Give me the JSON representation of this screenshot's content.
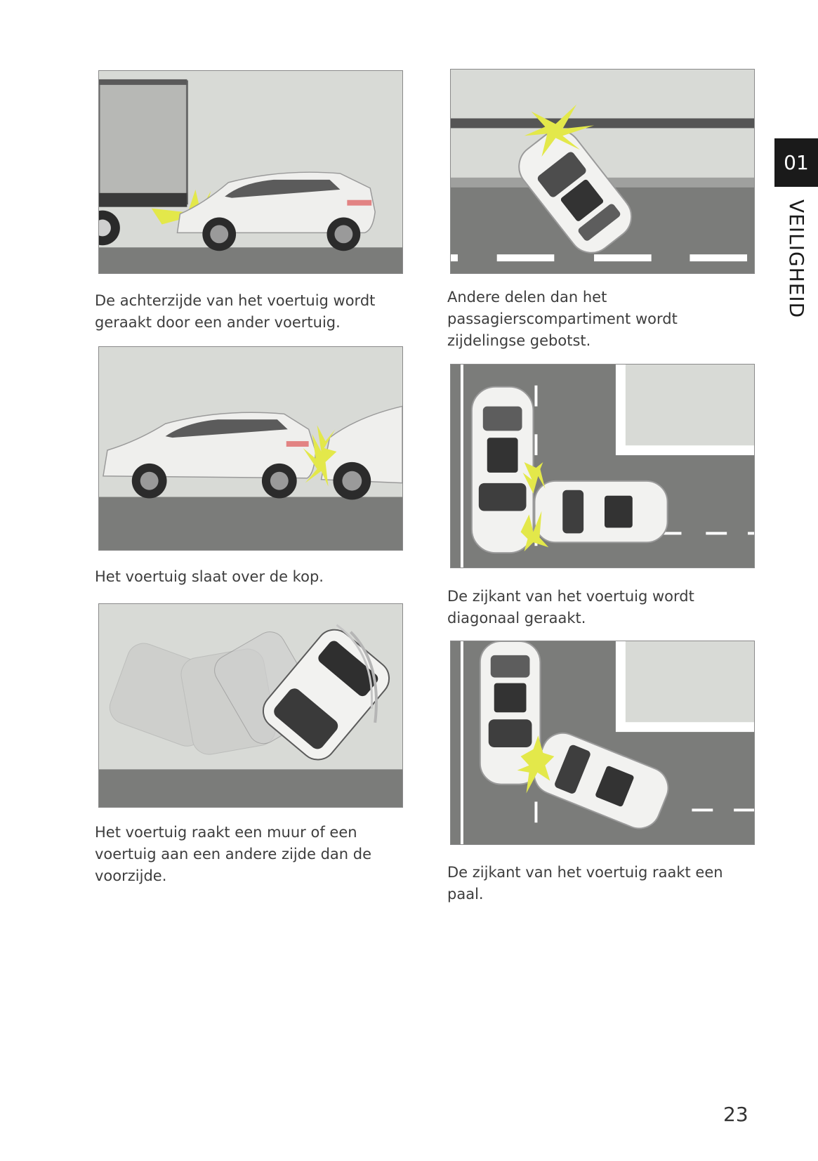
{
  "section": {
    "number": "01",
    "title": "VEILIGHEID"
  },
  "page_number": "23",
  "captions": {
    "rear_impact": "De achterzijde van het voertuig wordt geraakt door een ander voertuig.",
    "side_non_passenger": "Andere delen dan het passagierscompartiment wordt zijdelingse gebotst.",
    "frontal_chain": "Het voertuig slaat over de kop.",
    "diagonal_side": "De zijkant van het voertuig wordt diagonaal geraakt.",
    "rollover": "Het voertuig raakt een muur of een voertuig aan een andere zijde dan de voorzijde.",
    "pole_side": "De zijkant van het voertuig raakt een paal."
  },
  "colors": {
    "background": "#d8dad6",
    "road": "#7b7c7a",
    "impact": "#e3e84a",
    "car": "#f2f2f0"
  }
}
